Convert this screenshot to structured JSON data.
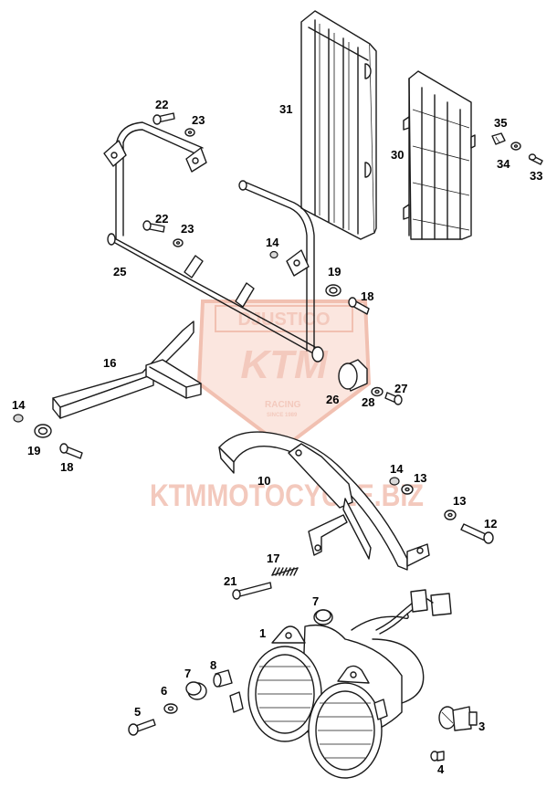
{
  "watermark": {
    "badge_top": "DJUSTICO",
    "brand": "KTM",
    "badge_sub1": "RACING",
    "badge_sub2": "SINCE 1989",
    "site": "KTMMOTOCYCLE.BIZ"
  },
  "parts": [
    {
      "num": "1"
    },
    {
      "num": "3"
    },
    {
      "num": "4"
    },
    {
      "num": "5"
    },
    {
      "num": "6"
    },
    {
      "num": "7"
    },
    {
      "num": "7"
    },
    {
      "num": "8"
    },
    {
      "num": "10"
    },
    {
      "num": "12"
    },
    {
      "num": "13"
    },
    {
      "num": "13"
    },
    {
      "num": "14"
    },
    {
      "num": "14"
    },
    {
      "num": "14"
    },
    {
      "num": "16"
    },
    {
      "num": "17"
    },
    {
      "num": "18"
    },
    {
      "num": "18"
    },
    {
      "num": "19"
    },
    {
      "num": "19"
    },
    {
      "num": "21"
    },
    {
      "num": "22"
    },
    {
      "num": "22"
    },
    {
      "num": "23"
    },
    {
      "num": "23"
    },
    {
      "num": "25"
    },
    {
      "num": "26"
    },
    {
      "num": "27"
    },
    {
      "num": "28"
    },
    {
      "num": "30"
    },
    {
      "num": "31"
    },
    {
      "num": "33"
    },
    {
      "num": "34"
    },
    {
      "num": "35"
    }
  ]
}
